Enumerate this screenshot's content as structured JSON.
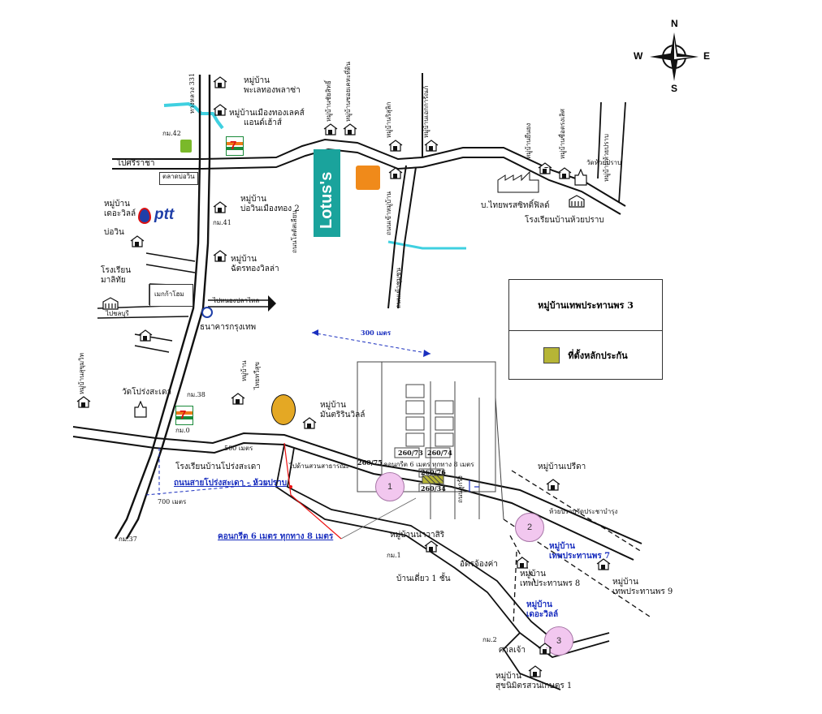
{
  "compass": {
    "n": "N",
    "s": "S",
    "e": "E",
    "w": "W"
  },
  "legend": {
    "title": "หมู่บ้านเทพประทานพร 3",
    "item": "ที่ตั้งหลักประกัน",
    "swatch_color": "#b6b536"
  },
  "logos": {
    "lotus": "Lotus's",
    "ptt": "ptt",
    "seven": "7",
    "road_to": "ไปศรีราชา"
  },
  "labels": {
    "v1": "หมู่บ้าน",
    "v1b": "พะเลทองพลาซ่า",
    "v2": "หมู่บ้านเมืองทองเลคส์",
    "v2b": "แอนด์เฮ้าส์",
    "km42": "กม.42",
    "to_sriracha": "ไปศรีราชา",
    "talad": "ตลาดบ่อวิน",
    "ptt_v": "หมู่บ้าน",
    "ptt_v2": "เดอะวิลล์",
    "ptt_v3": "บ่อวิน",
    "v3": "หมู่บ้าน",
    "v3b": "บ่อวินเมืองทอง 2",
    "km41": "กม.41",
    "v4": "หมู่บ้าน",
    "v4b": "ฉัตรทองวิลล่า",
    "school1": "โรงเรียน",
    "school1b": "มาลิทัย",
    "maxkay": "เมกก้าโฮม",
    "to_plaeng": "ไปหนองปลาไหล",
    "to_chonburi": "ไปชลบุรี",
    "bank": "ธนาคารกรุงเทพ",
    "dist300": "300 เมตร",
    "v_thai": "บ.ไทยพรสซิทติ์ฟิลด์",
    "school2": "โรงเรียนบ้านห้วยปราบ",
    "wat_hp": "วัดห้วยปราบ",
    "wat_pk": "วัดโปร่งสะเดา",
    "km38": "กม.38",
    "km0": "กม.0",
    "v5": "หมู่บ้าน",
    "v5b": "ไทยทวีสุข",
    "v6": "หมู่บ้าน",
    "v6b": "มันตริรินวิลล์",
    "dist500": "500 เมตร",
    "school3": "โรงเรียนบ้านโปร่งสะเดา",
    "road_main": "ถนนสายโปร่งสะเดา - ห้วยปราบ",
    "dist700": "700 เมตร",
    "km37": "กม.37",
    "concrete": "คอนกรีต 6 เมตร ทุกทาง 8 เมตร",
    "soi_label": "ไปด้านสวนสาธารณะ",
    "lot1": "260/73",
    "lot2": "260/74",
    "lot3": "260/75",
    "lot4": "260/76",
    "lot5": "260/34",
    "conc2": "คอนกรีต 6 เมตร ทุกทาง 8 เมตร",
    "road_fm": "ถนนลูกรัง",
    "v7": "หมู่บ้านเปรีดา",
    "v7road": "ห้วยปราบวัดประชาบำรุง",
    "v8": "หมู่บ้านนาวาสิริ",
    "km1": "กม.1",
    "house1": "บ้านเดี่ยว 1 ชั้น",
    "apartment": "อัดรจ้องค่า",
    "v9": "หมู่บ้าน",
    "v9b": "เทพประทานพร 7",
    "v10": "หมู่บ้าน",
    "v10b": "เทพประทานพร 8",
    "v11": "หมู่บ้าน",
    "v11b": "เทพประทานพร 9",
    "v12": "หมู่บ้าน",
    "v12b": "เดอะวิลล์",
    "km2": "กม.2",
    "sala": "ศาลเจ้า",
    "v13": "หมู่บ้าน",
    "v13b": "สุขนิมิตรสวนเกษตร 1",
    "route331": "ทางหลวง 331",
    "top_v1": "หมู่บ้านชัยสิทธิ์",
    "top_v2": "หมู่บ้านซอยเคหะที่ดิน",
    "top_v3": "หมู่บ้านริสุลิก",
    "top_v4": "หมู่บ้านเอกการัณภ์",
    "top_v5": "หมู่บ้านยืนยง",
    "top_v6": "หมู่บ้านซื่อตรงเลิศ",
    "top_v7": "หมู่บ้านห้วยปราบ",
    "top_v8": "ถนนเข้าหมู่บ้าน",
    "lotus_road": "ถนนโลตัสเลียบ",
    "mid_road": "ถนนเข้าชุมชน",
    "v_sukhum": "หมู่บ้านสุขุมวิท"
  },
  "circles": [
    "1",
    "2",
    "3"
  ]
}
